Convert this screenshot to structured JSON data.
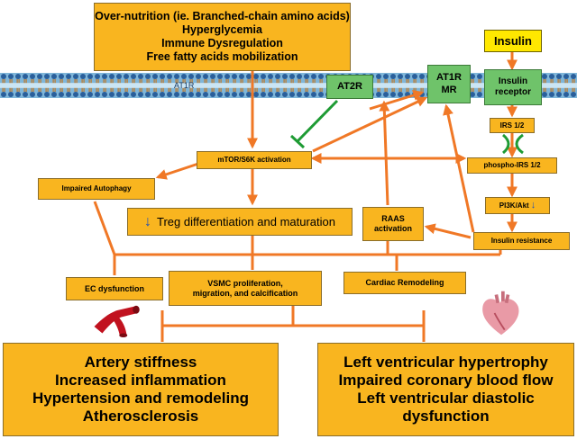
{
  "colors": {
    "box_fill": "#f9b51f",
    "receptor_fill": "#6fc36a",
    "insulin_fill": "#ffe800",
    "arrow": "#f07826",
    "inhibition": "#1e9b34",
    "membrane": "#2f6fa8"
  },
  "membrane_label": "AT1R",
  "top_box": {
    "lines": [
      "Over-nutrition (ie. Branched-chain amino acids)",
      "Hyperglycemia",
      "Immune Dysregulation",
      "Free fatty acids mobilization"
    ]
  },
  "insulin": "Insulin",
  "receptors": {
    "at2r": "AT2R",
    "at1r_line1": "AT1R",
    "at1r_line2": "MR",
    "insulin_receptor_line1": "Insulin",
    "insulin_receptor_line2": "receptor"
  },
  "pathway": {
    "irs": "IRS 1/2",
    "phospho_irs": "phospho-IRS 1/2",
    "pi3k": "PI3K/Akt",
    "insulin_resistance": "Insulin resistance",
    "raas_line1": "RAAS",
    "raas_line2": "activation",
    "mtor": "mTOR/S6K activation",
    "impaired_autophagy": "Impaired Autophagy",
    "treg": "Treg differentiation and maturation"
  },
  "effects": {
    "ec_dysfunction": "EC dysfunction",
    "vsmc_line1": "VSMC proliferation,",
    "vsmc_line2": "migration, and calcification",
    "cardiac_remodeling": "Cardiac Remodeling"
  },
  "outcomes_left": [
    "Artery stiffness",
    "Increased inflammation",
    "Hypertension and remodeling",
    "Atherosclerosis"
  ],
  "outcomes_right": [
    "Left ventricular hypertrophy",
    "Impaired coronary blood flow",
    "Left ventricular diastolic",
    "dysfunction"
  ],
  "icons": {
    "down_arrow": "down-arrow-icon",
    "artery": "artery-icon",
    "heart": "heart-icon"
  }
}
